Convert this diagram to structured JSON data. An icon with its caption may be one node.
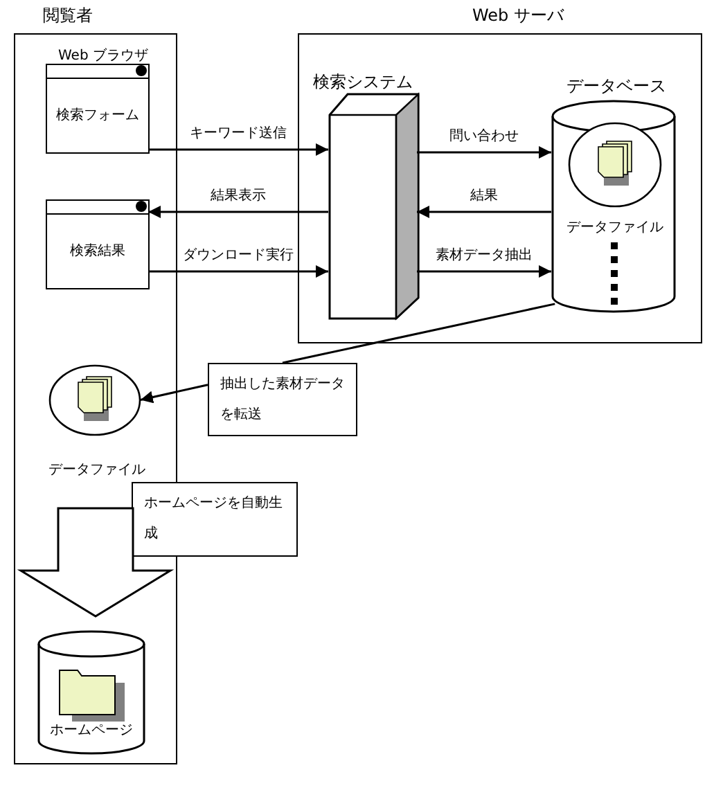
{
  "diagram": {
    "nodes": [
      {
        "text": [
          "閲覧者"
        ]
      },
      {
        "text": [
          "Web サーバ"
        ]
      },
      {
        "text": [
          "Web ブラウザ",
          "検索フォーム"
        ],
        "in": 0
      },
      {
        "text": [
          "検索結果"
        ],
        "in": 0
      },
      {
        "text": [
          "検索システム"
        ],
        "in": 1
      },
      {
        "text": [
          "データベース"
        ],
        "in": 1
      },
      {
        "text": [
          "データファイル"
        ],
        "in": 5
      },
      {
        "text": [
          "抽出した素材データを転送"
        ]
      },
      {
        "text": [
          "データファイル"
        ],
        "in": 0
      },
      {
        "text": [
          "ホームページを自動生成"
        ]
      },
      {
        "text": [
          "ホームページ"
        ],
        "in": 0
      }
    ],
    "edges": [
      {
        "from": 2,
        "to": 4,
        "arrow": "to",
        "label": "キーワード送信"
      },
      {
        "from": 4,
        "to": 3,
        "arrow": "to",
        "label": "結果表示"
      },
      {
        "from": 3,
        "to": 4,
        "arrow": "to",
        "label": "ダウンロード実行"
      },
      {
        "from": 4,
        "to": 5,
        "arrow": "to",
        "label": "問い合わせ"
      },
      {
        "from": 5,
        "to": 4,
        "arrow": "to",
        "label": "結果"
      },
      {
        "from": 4,
        "to": 5,
        "arrow": "to",
        "label": "素材データ抽出"
      },
      {
        "from": 5,
        "to": 7,
        "arrow": "none"
      },
      {
        "from": 7,
        "to": 8,
        "arrow": "to"
      },
      {
        "from": 8,
        "to": 10,
        "arrow": "to",
        "style": "thick"
      }
    ]
  }
}
